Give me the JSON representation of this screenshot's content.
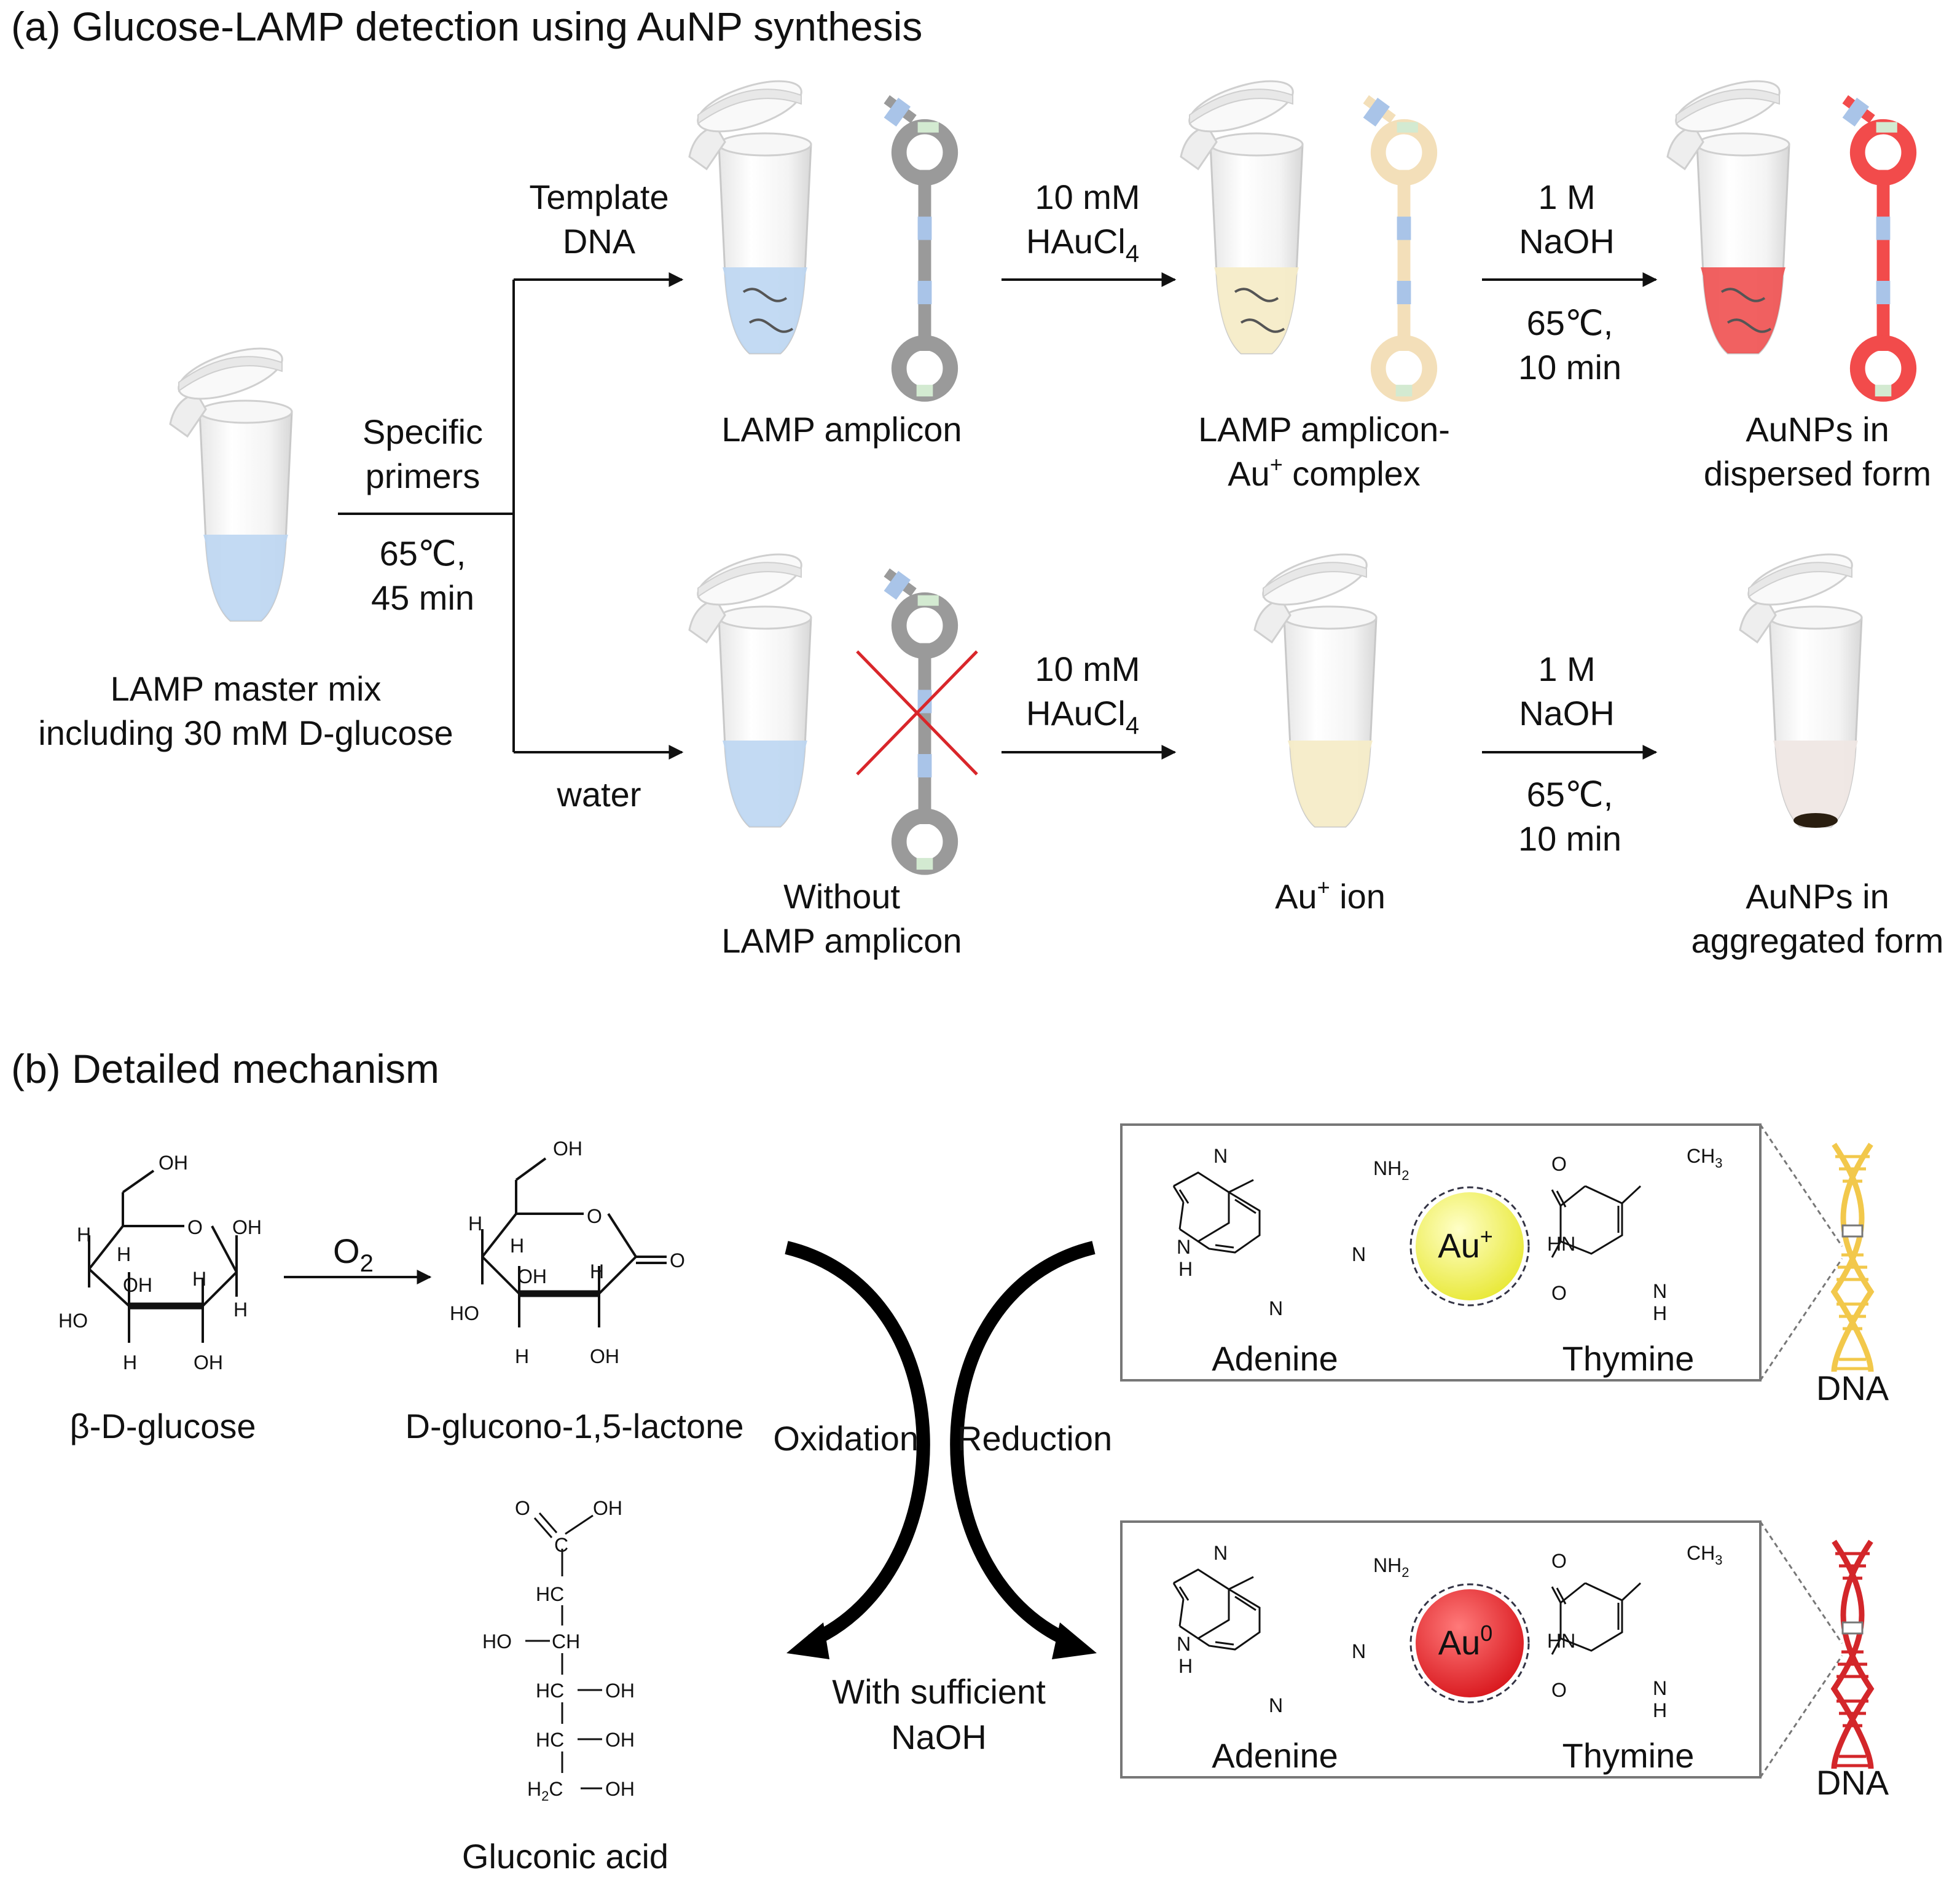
{
  "panel_a": {
    "title": "(a) Glucose-LAMP detection using AuNP synthesis",
    "master_mix_line1": "LAMP master mix",
    "master_mix_line2": "including 30 mM D-glucose",
    "primers_line1": "Specific",
    "primers_line2": "primers",
    "lamp_cond_line1": "65℃,",
    "lamp_cond_line2": "45 min",
    "template_line1": "Template",
    "template_line2": "DNA",
    "water": "water",
    "haucl_line1": "10 mM",
    "haucl_line2": "HAuCl",
    "haucl_sub": "4",
    "naoh_line1": "1 M",
    "naoh_line2": "NaOH",
    "heat_line1": "65℃,",
    "heat_line2": "10 min",
    "amplicon": "LAMP amplicon",
    "complex_line1": "LAMP amplicon-",
    "complex_line2_a": "Au",
    "complex_line2_sup": "+",
    "complex_line2_b": " complex",
    "dispersed_line1": "AuNPs in",
    "dispersed_line2": "dispersed form",
    "without_line1": "Without",
    "without_line2": "LAMP amplicon",
    "ion_a": "Au",
    "ion_sup": "+",
    "ion_b": " ion",
    "aggregated_line1": "AuNPs in",
    "aggregated_line2": "aggregated form"
  },
  "panel_b": {
    "title": "(b) Detailed mechanism",
    "glucose": "β-D-glucose",
    "o2": "O",
    "o2_sub": "2",
    "lactone": "D-glucono-1,5-lactone",
    "gluconic": "Gluconic acid",
    "oxidation": "Oxidation",
    "reduction": "Reduction",
    "naoh_line1": "With sufficient",
    "naoh_line2": "NaOH",
    "adenine": "Adenine",
    "thymine": "Thymine",
    "dna": "DNA",
    "au_plus": "Au",
    "au_plus_sup": "+",
    "au_zero": "Au",
    "au_zero_sup": "0",
    "atoms": {
      "oh": "OH",
      "h": "H",
      "ho": "HO",
      "o": "O",
      "n": "N",
      "hn": "HN",
      "nh2": "NH",
      "ch3": "CH",
      "sub2": "2",
      "sub3": "3",
      "c": "C",
      "hc": "HC",
      "ch": "CH",
      "h2c": "H"
    }
  },
  "colors": {
    "blue_liquid": "#bcd6f2",
    "yellow_liquid": "#f6ecc8",
    "red_liquid": "#ef5050",
    "amplicon_gray": "#9a9a9a",
    "amplicon_yellow": "#f3dfb9",
    "amplicon_red": "#f24b4b",
    "blue_block": "#a9c4e8",
    "green_tip": "#d3ead1",
    "cross_red": "#d9262a",
    "au_plus_fill": "#f3f35c",
    "au_zero_fill": "#e8262a",
    "dna_yellow": "#f2c84b",
    "dna_red": "#d3262a"
  }
}
